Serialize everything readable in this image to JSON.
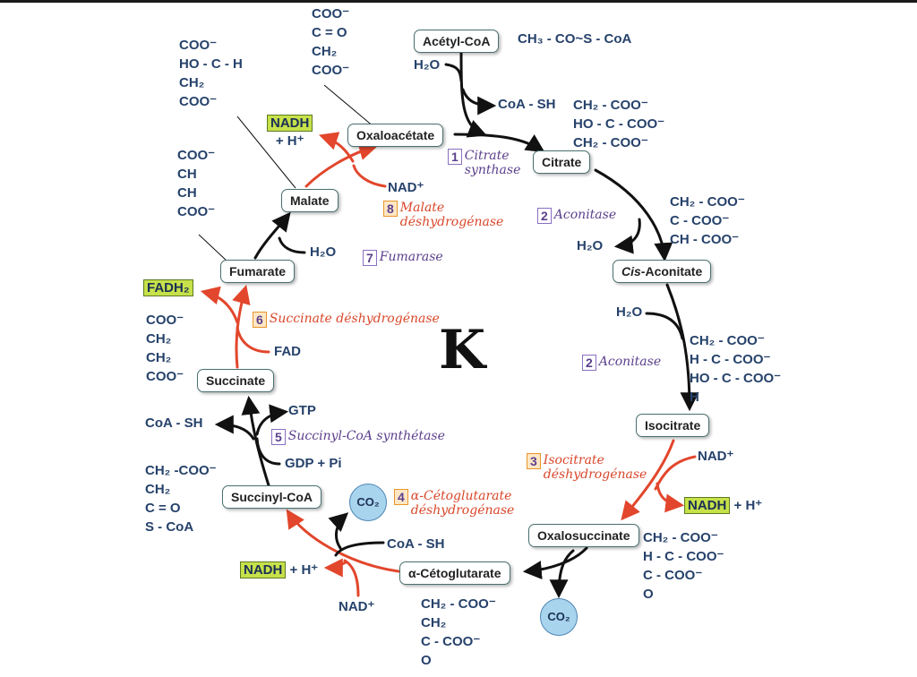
{
  "center_label": "K",
  "metabolites": {
    "acetyl_coa": "Acétyl-CoA",
    "citrate": "Citrate",
    "cis_aconitate": "Cis-Aconitate",
    "isocitrate": "Isocitrate",
    "oxalosuccinate": "Oxalosuccinate",
    "alpha_ketoglutarate": "α-Cétoglutarate",
    "succinyl_coa": "Succinyl-CoA",
    "succinate": "Succinate",
    "fumarate": "Fumarate",
    "malate": "Malate",
    "oxaloacetate": "Oxaloacétate"
  },
  "formulas": {
    "acetyl_coa": "CH₃ - CO~S - CoA",
    "citrate": "CH₂ - COO⁻\nHO - C - COO⁻\nCH₂ - COO⁻",
    "cis_aconitate": "CH₂ - COO⁻\nC - COO⁻\nCH - COO⁻",
    "isocitrate": "CH₂ - COO⁻\nH - C - COO⁻\nHO - C - COO⁻\nH",
    "oxalosuccinate": "CH₂ - COO⁻\nH - C - COO⁻\nC - COO⁻\nO",
    "alpha_ketoglutarate": "CH₂ - COO⁻\nCH₂\nC - COO⁻\nO",
    "succinyl_coa": "CH₂ -COO⁻\nCH₂\nC = O\nS - CoA",
    "succinate": "COO⁻\nCH₂\nCH₂\nCOO⁻",
    "fumarate": "COO⁻\nCH\nCH\nCOO⁻",
    "malate": "COO⁻\nHO - C - H\nCH₂\nCOO⁻",
    "oxaloacetate": "COO⁻\nC = O\nCH₂\nCOO⁻"
  },
  "cofactors": {
    "h2o_citrate": "H₂O",
    "coa_sh_citrate": "CoA - SH",
    "h2o_aconitase_1": "H₂O",
    "h2o_aconitase_2": "H₂O",
    "nad_isocitrate": "NAD⁺",
    "nadh_isocitrate": "NADH",
    "h_isocitrate": "+ H⁺",
    "co2_oxalosuccinate": "CO₂",
    "coa_sh_akg": "CoA - SH",
    "co2_akg": "CO₂",
    "nadh_akg": "NADH",
    "h_akg": "+ H⁺",
    "nad_akg": "NAD⁺",
    "gdp_pi": "GDP + Pi",
    "gtp": "GTP",
    "coa_sh_succ": "CoA - SH",
    "fad": "FAD",
    "fadh2": "FADH₂",
    "h2o_fumarase": "H₂O",
    "nad_malate": "NAD⁺",
    "nadh_malate": "NADH",
    "h_malate": "+ H⁺"
  },
  "enzymes": [
    {
      "num": "1",
      "name_l1": "Citrate",
      "name_l2": "synthase",
      "color": "purple"
    },
    {
      "num": "2",
      "name_l1": "Aconitase",
      "name_l2": "",
      "color": "purple"
    },
    {
      "num": "2",
      "name_l1": "Aconitase",
      "name_l2": "",
      "color": "purple"
    },
    {
      "num": "3",
      "name_l1": "Isocitrate",
      "name_l2": "déshydrogénase",
      "color": "red"
    },
    {
      "num": "4",
      "name_l1": "α-Cétoglutarate",
      "name_l2": "déshydrogénase",
      "color": "red"
    },
    {
      "num": "5",
      "name_l1": "Succinyl-CoA synthétase",
      "name_l2": "",
      "color": "purple"
    },
    {
      "num": "6",
      "name_l1": "Succinate déshydrogénase",
      "name_l2": "",
      "color": "red"
    },
    {
      "num": "7",
      "name_l1": "Fumarase",
      "name_l2": "",
      "color": "purple"
    },
    {
      "num": "8",
      "name_l1": "Malate",
      "name_l2": "déshydrogénase",
      "color": "red"
    }
  ],
  "colors": {
    "redox_arrow": "#e2462c",
    "cycle_arrow": "#111111",
    "text_navy": "#26426b",
    "highlight": "#c6e14a",
    "co2_fill": "#a9d4ee"
  }
}
